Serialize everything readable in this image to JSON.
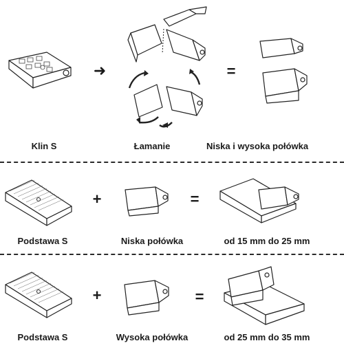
{
  "row1": {
    "labels": {
      "left": "Klin S",
      "middle": "Łamanie",
      "right": "Niska i wysoka połówka"
    },
    "operators": {
      "arrow": "➜",
      "equals": "="
    }
  },
  "row2": {
    "labels": {
      "left": "Podstawa S",
      "middle": "Niska połówka",
      "right": "od 15 mm do 25 mm"
    },
    "operators": {
      "plus": "+",
      "equals": "="
    }
  },
  "row3": {
    "labels": {
      "left": "Podstawa S",
      "middle": "Wysoka połówka",
      "right": "od 25 mm do 35 mm"
    },
    "operators": {
      "plus": "+",
      "equals": "="
    }
  }
}
